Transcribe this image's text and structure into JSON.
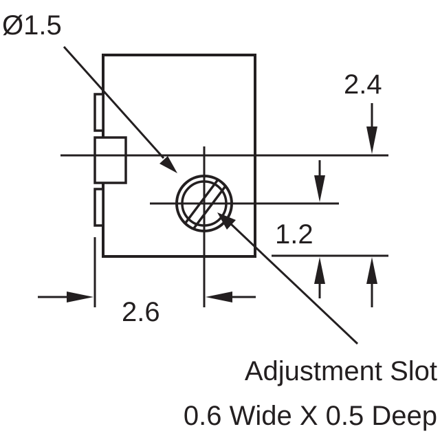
{
  "colors": {
    "ink": "#231f20",
    "background": "#ffffff"
  },
  "dimensions": {
    "diameter_label": "Ø1.5",
    "offset_top_label": "2.4",
    "offset_vertical_label": "1.2",
    "offset_horizontal_label": "2.6"
  },
  "note": {
    "line1": "Adjustment Slot",
    "line2": "0.6 Wide X 0.5 Deep"
  }
}
